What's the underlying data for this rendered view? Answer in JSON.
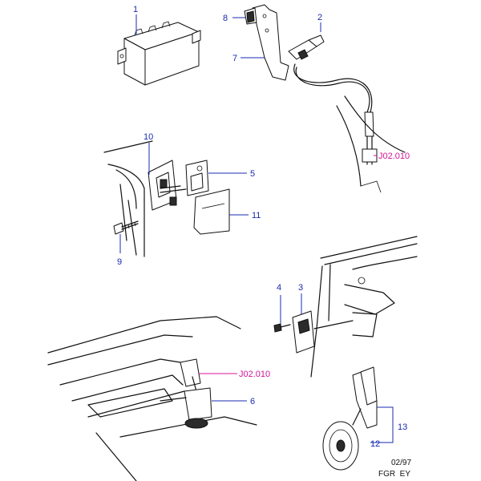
{
  "callouts": {
    "c1": "1",
    "c2": "2",
    "c3": "3",
    "c4": "4",
    "c5": "5",
    "c6": "6",
    "c7": "7",
    "c8": "8",
    "c9": "9",
    "c10": "10",
    "c11": "11",
    "c12": "12",
    "c13": "13"
  },
  "references": {
    "ref_top": "J02.010",
    "ref_bottom": "J02.010"
  },
  "footer": {
    "date": "02/97",
    "code": "FGR  EY"
  },
  "colors": {
    "callout": "#1a2bb0",
    "reference": "#d6149a",
    "ink": "#111111"
  }
}
